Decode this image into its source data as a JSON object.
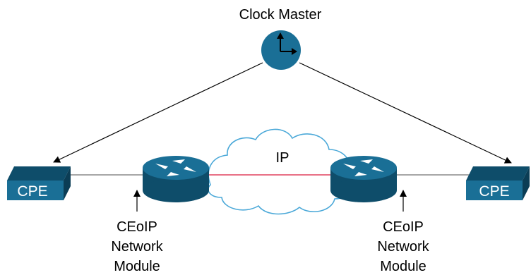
{
  "clock_master": {
    "label": "Clock Master"
  },
  "cloud": {
    "label": "IP"
  },
  "cpe_left": {
    "label": "CPE"
  },
  "cpe_right": {
    "label": "CPE"
  },
  "module_left": {
    "line1": "CEoIP",
    "line2": "Network",
    "line3": "Module"
  },
  "module_right": {
    "line1": "CEoIP",
    "line2": "Network",
    "line3": "Module"
  },
  "colors": {
    "device_fill": "#1a6f96",
    "device_dark": "#0e4d6a",
    "cloud_stroke": "#4aa8d8",
    "link_red": "#e0415f",
    "line_gray": "#8a8a8a"
  }
}
